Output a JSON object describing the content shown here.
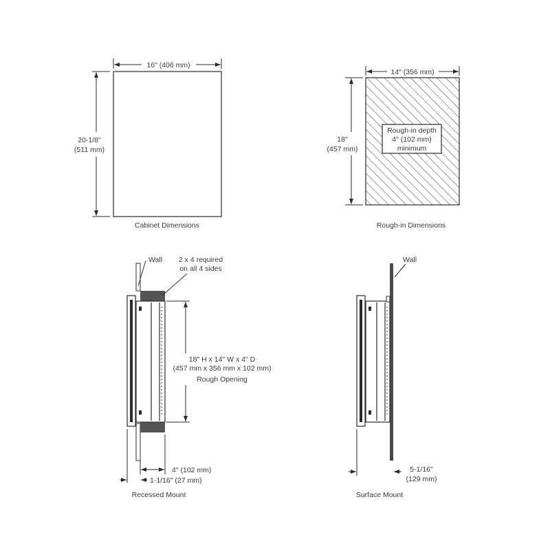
{
  "cabinet": {
    "width_label": "16\" (406 mm)",
    "height_label_1": "20-1/8\"",
    "height_label_2": "(511 mm)",
    "caption": "Cabinet Dimensions"
  },
  "rough_in": {
    "width_label": "14\" (356 mm)",
    "height_label_1": "18\"",
    "height_label_2": "(457 mm)",
    "depth_note_1": "Rough-in depth",
    "depth_note_2": "4\" (102 mm)",
    "depth_note_3": "minimum",
    "caption": "Rough-in Dimensions"
  },
  "recessed": {
    "wall_label": "Wall",
    "stud_note_1": "2 x 4 required",
    "stud_note_2": "on all 4 sides",
    "opening_1": "18\" H  x  14\" W x 4\" D",
    "opening_2": "(457 mm x 356 mm x 102 mm)",
    "opening_3": "Rough Opening",
    "depth_label": "4\" (102 mm)",
    "offset_label": "1-1/16\" (27 mm)",
    "caption": "Recessed Mount"
  },
  "surface": {
    "wall_label": "Wall",
    "depth_label_1": "5-1/16\"",
    "depth_label_2": "(129 mm)",
    "caption": "Surface Mount"
  },
  "colors": {
    "line": "#2a2a2a",
    "stud": "#555555",
    "wall": "#4a4a4a"
  }
}
